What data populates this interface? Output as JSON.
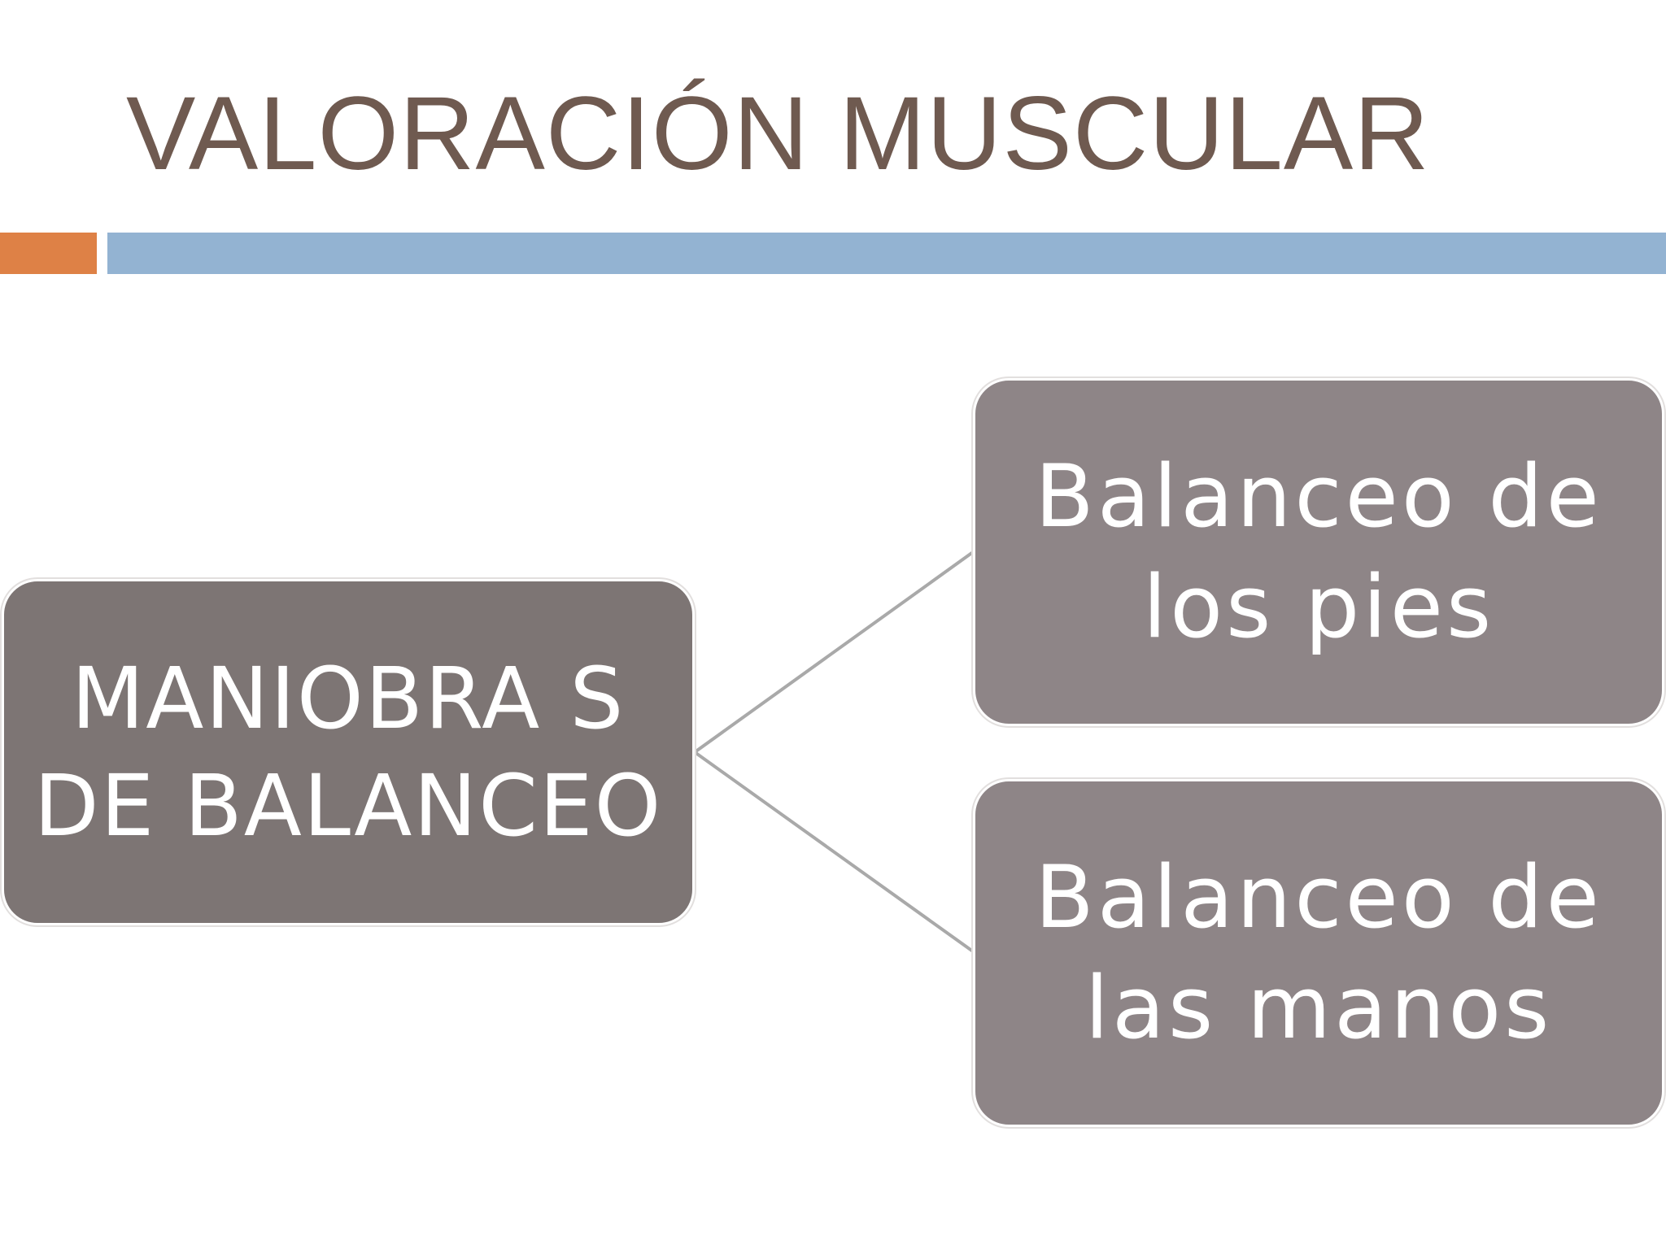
{
  "slide": {
    "title": "VALORACIÓN MUSCULAR"
  },
  "diagram": {
    "root": {
      "line1": "MANIOBRA S",
      "line2": "DE BALANCEO"
    },
    "children": [
      {
        "line1": "Balanceo de",
        "line2": "los pies"
      },
      {
        "line1": "Balanceo de",
        "line2": "las manos"
      }
    ]
  },
  "colors": {
    "title": "#6f5a50",
    "accent_orange": "#de8146",
    "accent_blue": "#93b3d2",
    "root_box": "#7d7574",
    "child_box": "#8e8587",
    "connector": "#a9a9a9"
  }
}
